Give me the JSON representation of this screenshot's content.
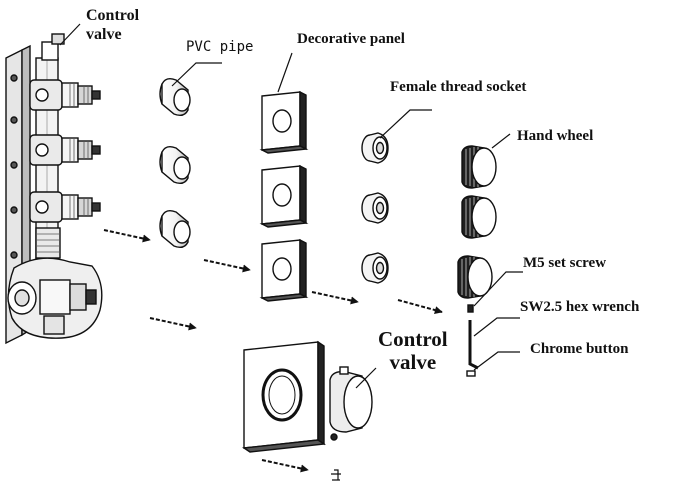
{
  "labels": {
    "control_valve_top": [
      "Control",
      "valve"
    ],
    "pvc_pipe": "PVC pipe",
    "decorative_panel": "Decorative panel",
    "female_thread_socket": "Female thread socket",
    "hand_wheel": "Hand wheel",
    "m5_set_screw": "M5 set screw",
    "sw25_hex_wrench": "SW2.5 hex wrench",
    "chrome_button": "Chrome button",
    "control_valve_center": [
      "Control",
      "valve"
    ]
  },
  "colors": {
    "ink": "#111111",
    "paper": "#ffffff",
    "shade": "#cfcfcf",
    "dark": "#2a2a2a"
  }
}
